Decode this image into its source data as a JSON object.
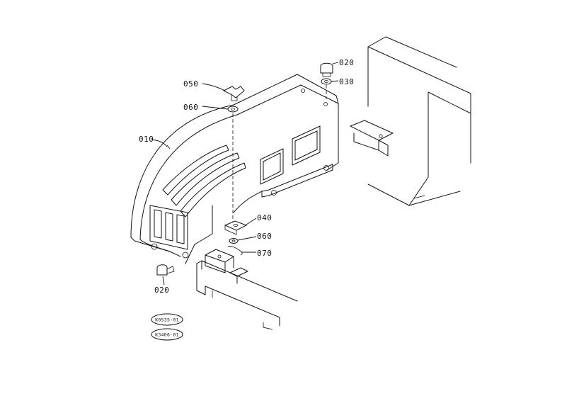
{
  "diagram": {
    "callouts": {
      "c010": "010",
      "c020_top": "020",
      "c030": "030",
      "c050": "050",
      "c060_top": "060",
      "c040": "040",
      "c060_mid": "060",
      "c070": "070",
      "c020_bottom": "020"
    },
    "stamps": {
      "upper": "K0535-01",
      "lower": "K3406-01"
    }
  }
}
